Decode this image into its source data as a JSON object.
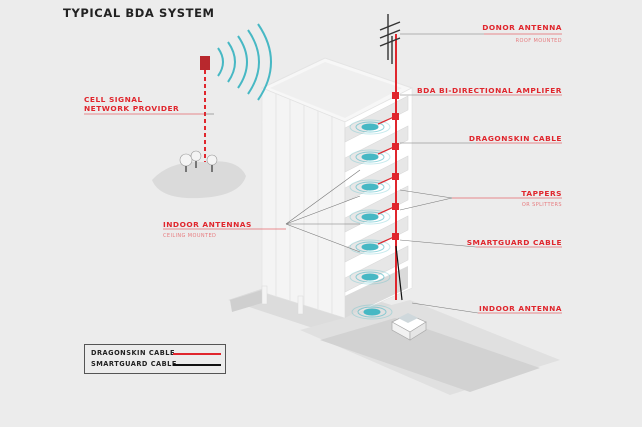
{
  "title": "TYPICAL BDA SYSTEM",
  "labels": {
    "donor_antenna": "DONOR ANTENNA",
    "donor_antenna_sub": "ROOF MOUNTED",
    "bda": "BDA BI-DIRECTIONAL AMPLIFER",
    "dragonskin_cable": "DRAGONSKIN CABLE",
    "tappers": "TAPPERS",
    "tappers_sub": "OR SPLITTERS",
    "smartguard_cable": "SMARTGUARD CABLE",
    "indoor_antenna": "INDOOR ANTENNA",
    "cell_signal_line1": "CELL SIGNAL",
    "cell_signal_line2": "NETWORK PROVIDER",
    "indoor_antennas": "INDOOR ANTENNAS",
    "indoor_antennas_sub": "CEILING MOUNTED"
  },
  "legend": {
    "dragonskin": "DRAGONSKIN CABLE",
    "smartguard": "SMARTGUARD CABLE"
  },
  "colors": {
    "accent": "#e0262d",
    "signal": "#47b8c4",
    "building": "#ffffff",
    "shadow": "#d6d6d6",
    "background": "#ececec"
  }
}
